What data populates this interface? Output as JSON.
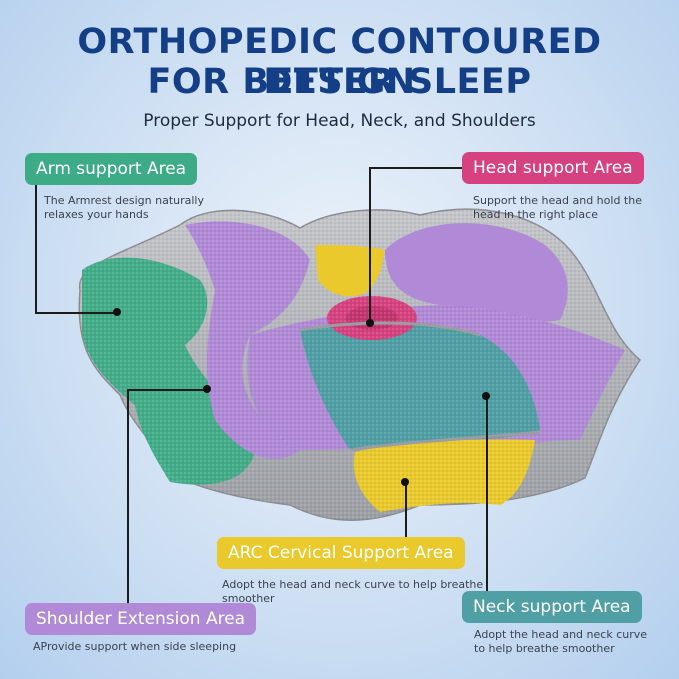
{
  "title_line1": "ORTHOPEDIC CONTOURED DESIGN",
  "title_line2": "FOR BETTER SLEEP",
  "subtitle": "Proper Support for Head, Neck, and Shoulders",
  "colors": {
    "title": "#143f86",
    "arm": "#3dac86",
    "head": "#d6427f",
    "cervical": "#e9c92c",
    "shoulder": "#b08ad6",
    "neck": "#4f9fa5",
    "pillow_foam": "#b3b6ba"
  },
  "callouts": {
    "arm": {
      "label": "Arm support Area",
      "desc": [
        "The Armrest design naturally",
        "relaxes your hands"
      ]
    },
    "head": {
      "label": "Head support Area",
      "desc": [
        "Support the head and hold the",
        "head in the right place"
      ]
    },
    "cervical": {
      "label": "ARC Cervical Support Area",
      "desc": [
        "Adopt the head and neck curve to help breathe",
        "smoother"
      ]
    },
    "shoulder": {
      "label": "Shoulder Extension Area",
      "desc": [
        "AProvide support when side sleeping"
      ]
    },
    "neck": {
      "label": "Neck support Area",
      "desc": [
        "Adopt the head and neck curve",
        "to help breathe smoother"
      ]
    }
  }
}
